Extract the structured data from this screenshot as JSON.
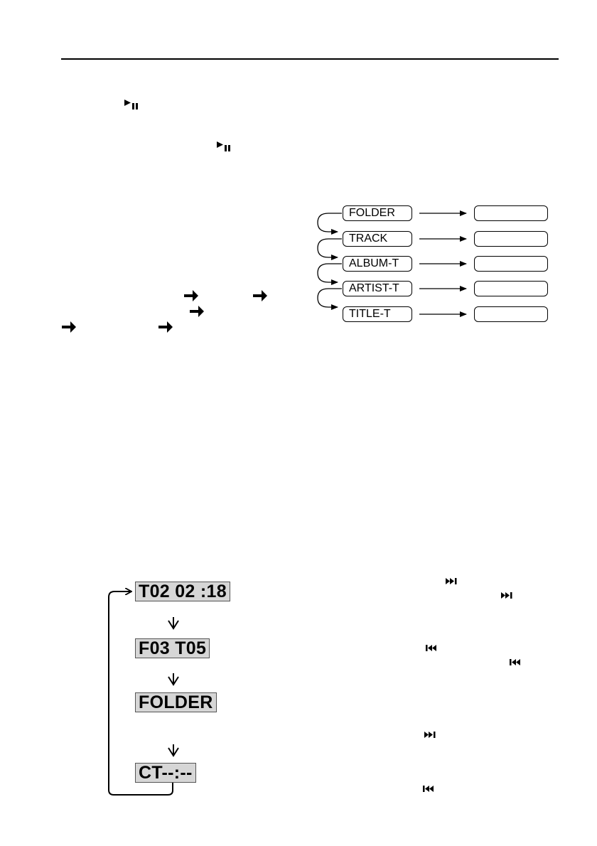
{
  "page": {
    "colors": {
      "lcd_background": "#d6d6d6",
      "ink": "#000000"
    },
    "icons": [
      "play-pause-icon",
      "right-arrow-icon",
      "next-track-icon",
      "previous-track-icon",
      "down-arrow-icon"
    ]
  },
  "mode_chart": {
    "labels": [
      "FOLDER",
      "TRACK",
      "ALBUM-T",
      "ARTIST-T",
      "TITLE-T"
    ]
  },
  "display_cycle": {
    "screens": [
      "T02 02 :18",
      "F03 T05",
      "FOLDER",
      "CT--:--"
    ]
  }
}
